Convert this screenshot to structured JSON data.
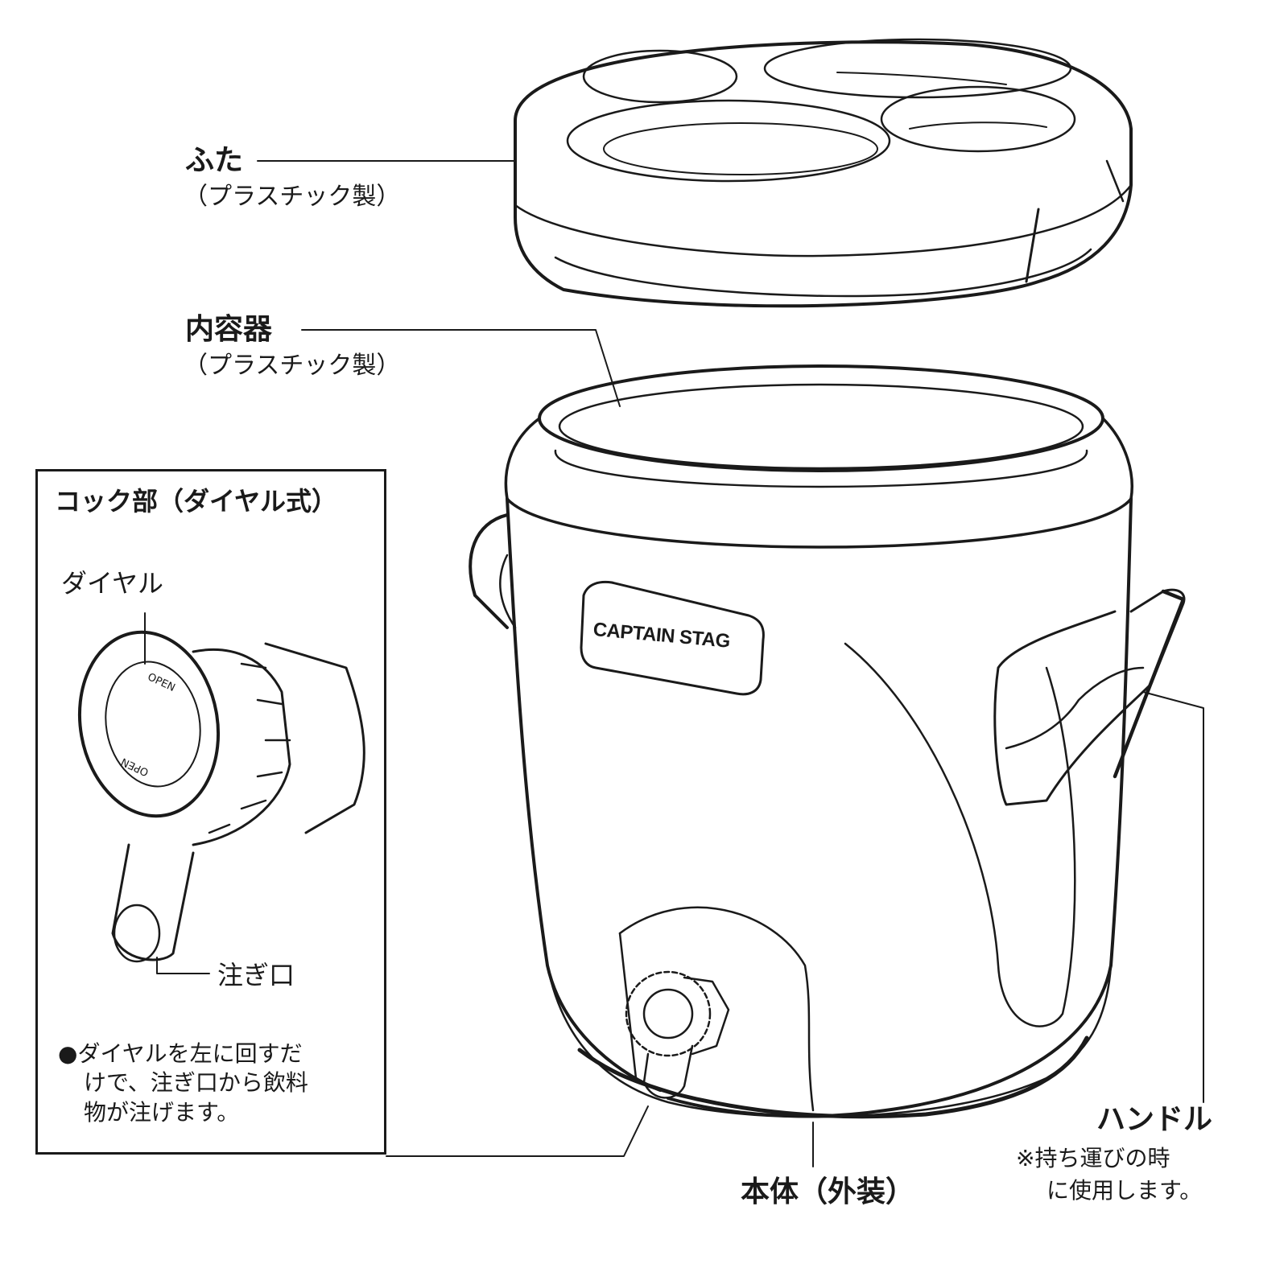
{
  "parts": {
    "lid": {
      "label": "ふた",
      "material": "（プラスチック製）"
    },
    "inner": {
      "label": "内容器",
      "material": "（プラスチック製）"
    },
    "body": {
      "label": "本体（外装）"
    },
    "handle": {
      "label": "ハンドル",
      "note_line1": "※持ち運びの時",
      "note_line2": "に使用します。"
    }
  },
  "inset": {
    "title": "コック部（ダイヤル式）",
    "dial_label": "ダイヤル",
    "spout_label": "注ぎ口",
    "dial_marking": "OPEN",
    "note_bullet": "●",
    "note_line1": "ダイヤルを左に回すだ",
    "note_line2": "けで、注ぎ口から飲料",
    "note_line3": "物が注げます。"
  },
  "brand": {
    "logo_text": "CAPTAIN STAG"
  },
  "colors": {
    "ink": "#1a1a1a",
    "background": "#ffffff"
  }
}
